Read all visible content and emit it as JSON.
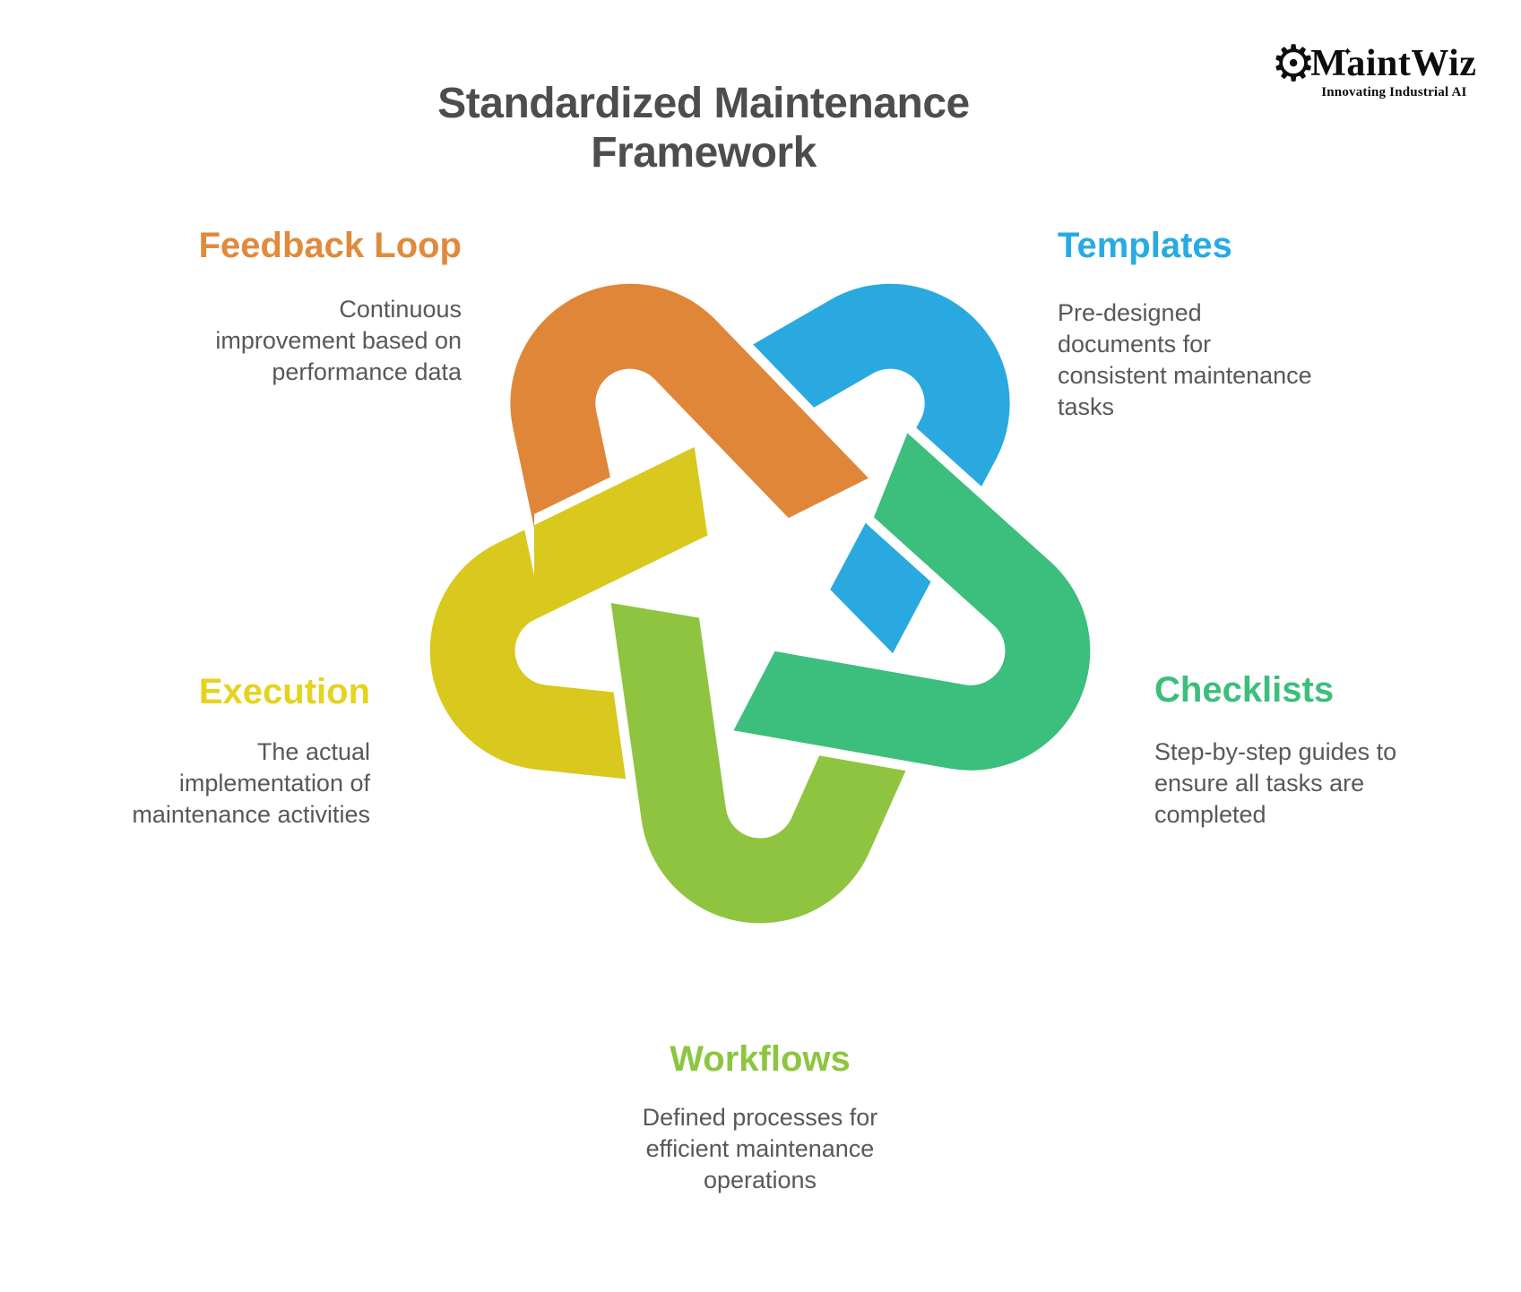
{
  "title": "Standardized Maintenance Framework",
  "logo": {
    "name": "MaintWiz",
    "tagline": "Innovating Industrial AI",
    "gear_icon": "⚙",
    "sparkle_icon": "✦"
  },
  "sections": [
    {
      "id": "feedback",
      "label": "Feedback Loop",
      "color": "#e08a3b",
      "lines": [
        "Continuous",
        "improvement based on",
        "performance data"
      ]
    },
    {
      "id": "templates",
      "label": "Templates",
      "color": "#29abe2",
      "lines": [
        "Pre-designed",
        "documents for",
        "consistent maintenance",
        "tasks"
      ]
    },
    {
      "id": "checklists",
      "label": "Checklists",
      "color": "#3cbe7c",
      "lines": [
        "Step-by-step guides to",
        "ensure all tasks are",
        "completed"
      ]
    },
    {
      "id": "execution",
      "label": "Execution",
      "color": "#e5d320",
      "lines": [
        "The actual",
        "implementation of",
        "maintenance activities"
      ]
    },
    {
      "id": "workflows",
      "label": "Workflows",
      "color": "#8cc63f",
      "lines": [
        "Defined processes for",
        "efficient maintenance",
        "operations"
      ]
    }
  ],
  "knot": {
    "loops": [
      {
        "section": "execution",
        "color": "#d9c81e",
        "rotation": -108
      },
      {
        "section": "workflows",
        "color": "#8ec43f",
        "rotation": 180
      },
      {
        "section": "templates",
        "color": "#29a9df",
        "rotation": 36
      },
      {
        "section": "checklists",
        "color": "#3cbe7c",
        "rotation": 108
      },
      {
        "section": "feedback",
        "color": "#e08638",
        "rotation": -36
      }
    ],
    "patch_loop": "execution"
  }
}
